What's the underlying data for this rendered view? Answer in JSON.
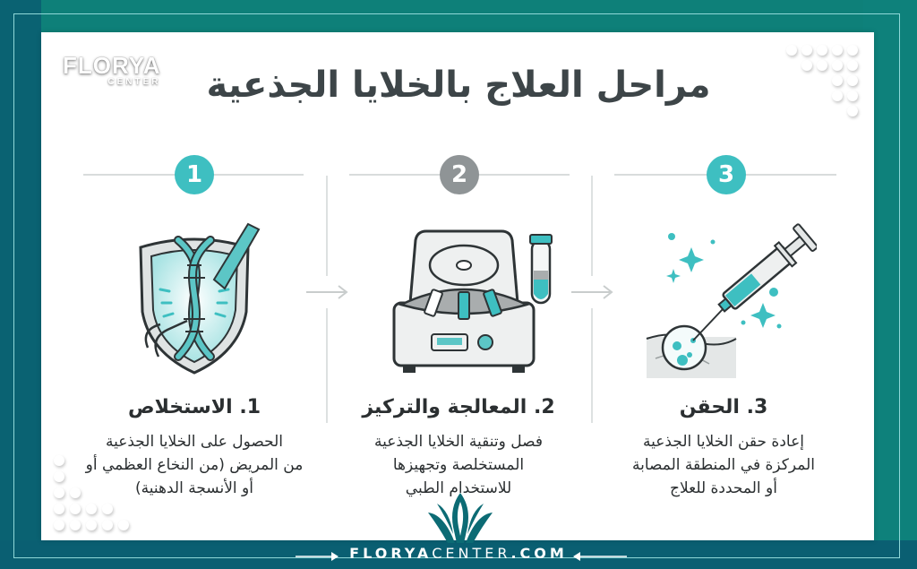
{
  "brand": {
    "logo_main": "FLORYA",
    "logo_sub": "CENTER",
    "website_bold": "FLORYA",
    "website_light": "CENTER",
    "website_suffix": ".COM",
    "colors": {
      "frame_teal": "#0e8079",
      "frame_dark": "#0a6272",
      "accent_teal": "#3ebfc1",
      "badge_gray": "#8f9496",
      "text_dark": "#2b2f31"
    }
  },
  "header": {
    "title": "مراحل العلاج بالخلايا الجذعية"
  },
  "steps": [
    {
      "number": "1",
      "badge_color": "teal",
      "icon": "dna-shield-icon",
      "title": "1. الاستخلاص",
      "desc_lines": [
        "الحصول على الخلايا الجذعية",
        "من المريض (من النخاع العظمي أو",
        "أو الأنسجة الدهنية)"
      ]
    },
    {
      "number": "2",
      "badge_color": "gray",
      "icon": "centrifuge-icon",
      "title": "2. المعالجة والتركيز",
      "desc_lines": [
        "فصل وتنقية الخلايا الجذعية",
        "المستخلصة وتجهيزها",
        "للاستخدام الطبي"
      ]
    },
    {
      "number": "3",
      "badge_color": "teal",
      "icon": "syringe-injection-icon",
      "title": "3. الحقن",
      "desc_lines": [
        "إعادة حقن الخلايا الجذعية",
        "المركزة في المنطقة المصابة",
        "أو المحددة للعلاج"
      ]
    }
  ]
}
